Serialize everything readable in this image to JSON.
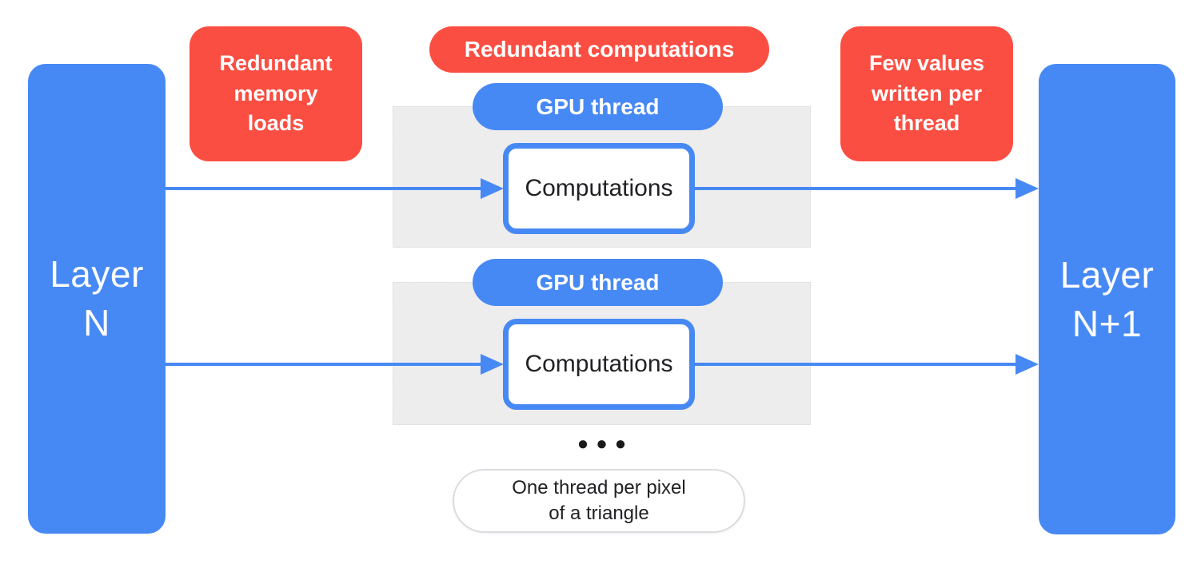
{
  "palette": {
    "blue": "#4789F4",
    "red": "#FB4E42",
    "panel_gray": "#EDEDED",
    "text_dark": "#202124",
    "caption_border": "#DADCE0",
    "white": "#FFFFFF"
  },
  "left_layer": {
    "label": "Layer\nN"
  },
  "right_layer": {
    "label": "Layer\nN+1"
  },
  "callouts": {
    "memory_loads": "Redundant\nmemory\nloads",
    "computations": "Redundant computations",
    "values_written": "Few values\nwritten per\nthread"
  },
  "threads": [
    {
      "pill_label": "GPU thread",
      "box_label": "Computations"
    },
    {
      "pill_label": "GPU thread",
      "box_label": "Computations"
    }
  ],
  "ellipsis": "●●●",
  "caption": "One thread per pixel\nof a triangle"
}
